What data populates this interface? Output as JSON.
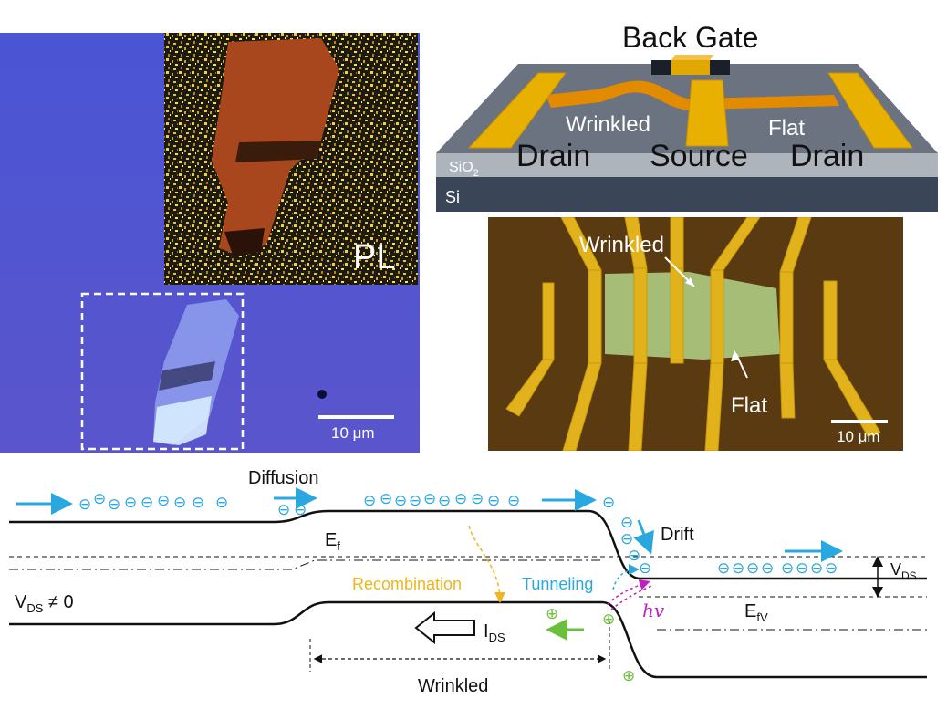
{
  "micrograph": {
    "pl_label": "PL",
    "scale_bar": "10 μm"
  },
  "device_schematic": {
    "title": "Back Gate",
    "wrinkled_label": "Wrinkled",
    "flat_label": "Flat",
    "drain_left_label": "Drain",
    "source_label": "Source",
    "drain_right_label": "Drain",
    "sio2_label": "SiO",
    "sio2_subscript": "2",
    "si_label": "Si"
  },
  "device_photo": {
    "wrinkled_label": "Wrinkled",
    "flat_label": "Flat",
    "scale_bar": "10 μm"
  },
  "band_diagram": {
    "diffusion_label": "Diffusion",
    "drift_label": "Drift",
    "ef_label": "E",
    "ef_subscript": "f",
    "recombination_label": "Recombination",
    "tunneling_label": "Tunneling",
    "hv_label": "hv",
    "efv_label": "E",
    "efv_subscript": "fV",
    "vds_label": "V",
    "vds_subscript": "DS",
    "vds_neq_label": "V",
    "vds_neq_subscript": "DS",
    "vds_neq_suffix": " ≠ 0",
    "ids_label": "I",
    "ids_subscript": "DS",
    "wrinkled_label": "Wrinkled",
    "electron_symbol": "⊖",
    "hole_symbol": "⊕"
  },
  "colors": {
    "electron": "#29a8e0",
    "hole": "#6cbf3c",
    "recombination": "#f0b41e",
    "photon": "#c020c0",
    "gold": "#e8b000",
    "substrate_blue": "#4a4fd0"
  }
}
